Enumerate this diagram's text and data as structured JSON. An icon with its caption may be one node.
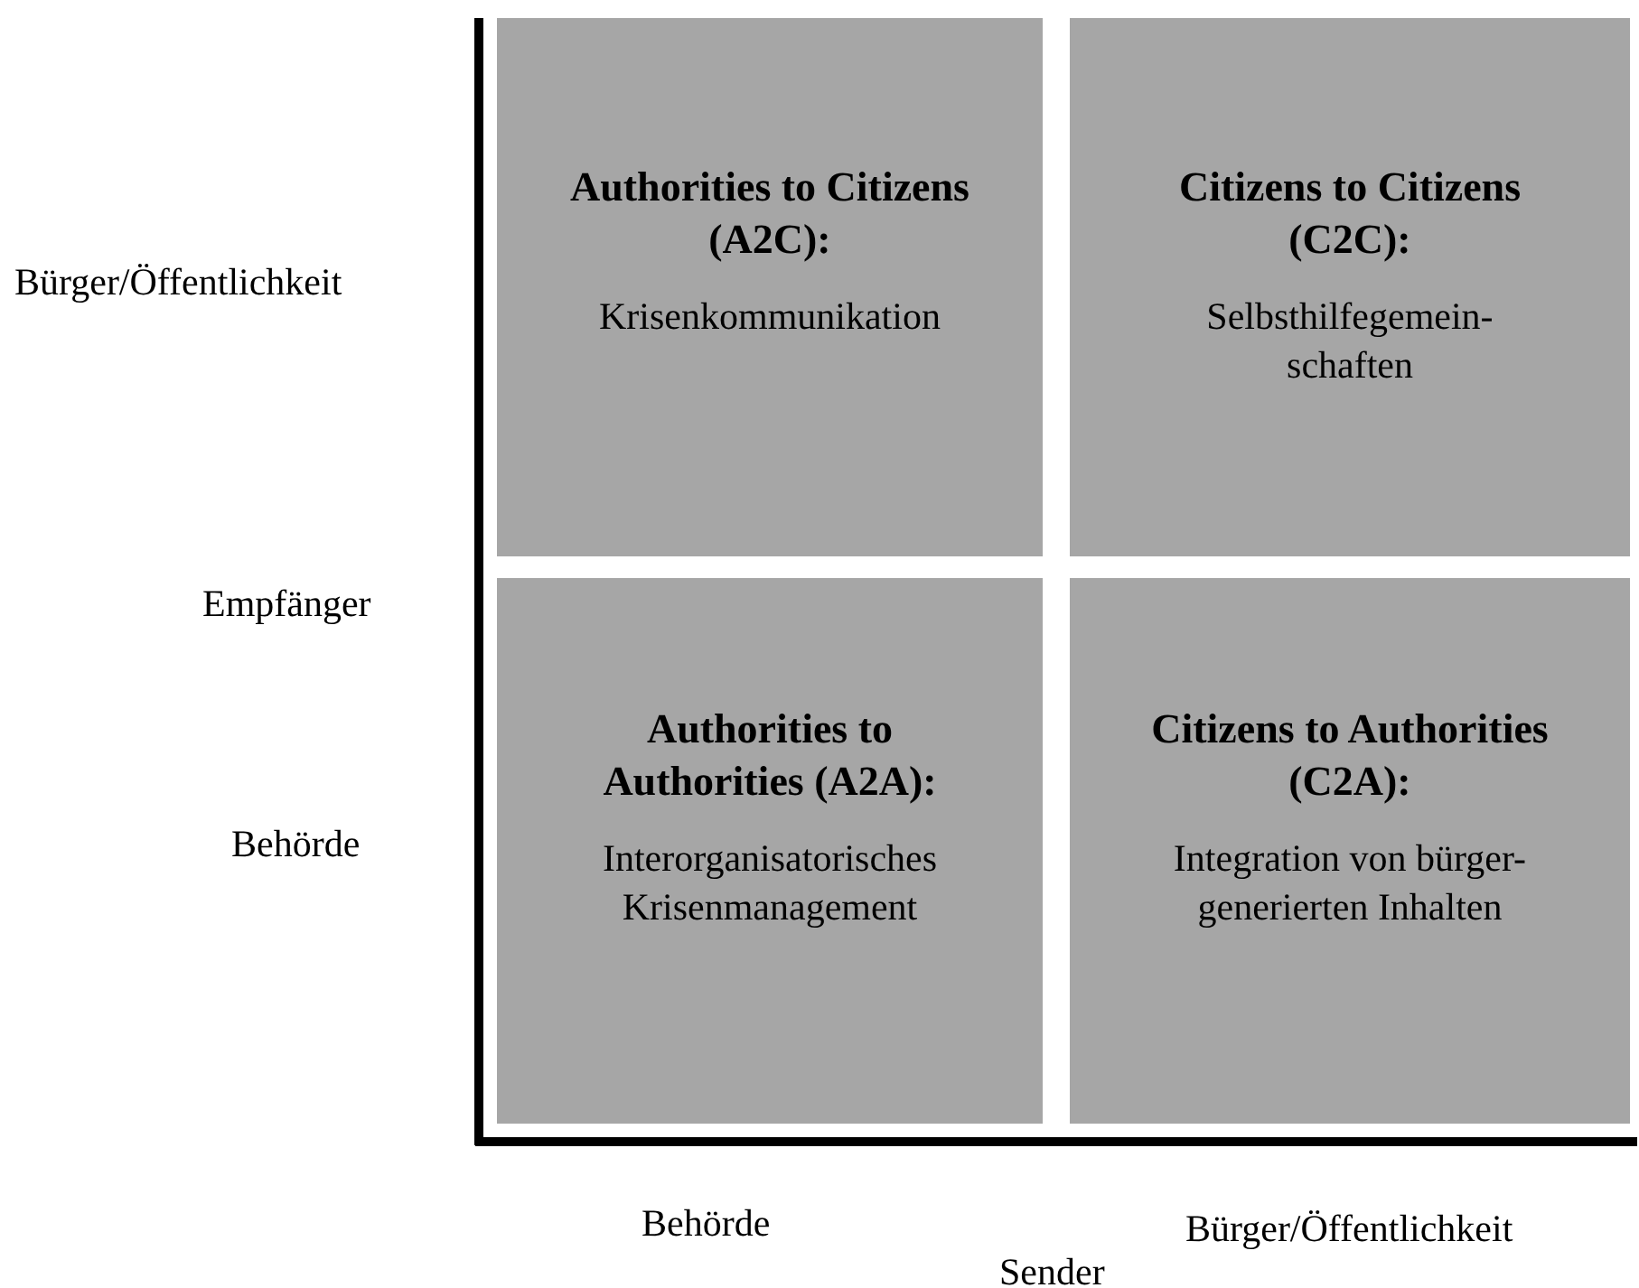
{
  "diagram": {
    "nodes": [
      {
        "text": [
          "Authorities to Citizens (A2C):",
          "Krisenkommunikation"
        ]
      },
      {
        "text": [
          "Citizens to Citizens (C2C):",
          "Selbsthilfegemein-schaften"
        ]
      },
      {
        "text": [
          "Authorities to Authorities (A2A):",
          "Interorganisatorisches Krisenmanagement"
        ]
      },
      {
        "text": [
          "Citizens to Authorities (C2A):",
          "Integration von bürger-generierten Inhalten"
        ]
      }
    ],
    "labels": [
      "Bürger/Öffentlichkeit",
      "Empfänger",
      "Behörde",
      "Behörde",
      "Sender",
      "Bürger/Öffentlichkeit"
    ]
  }
}
